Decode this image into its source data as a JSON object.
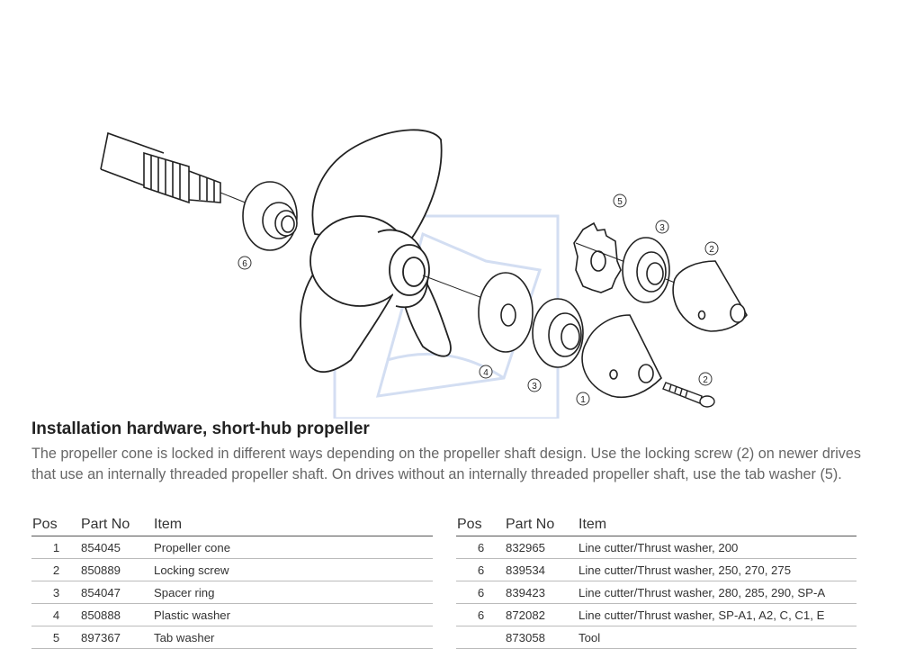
{
  "title": "Installation hardware, short-hub propeller",
  "description": "The propeller cone is locked in different ways depending on the propeller shaft design. Use the locking screw (2) on newer drives that use an internally threaded propeller shaft. On drives without an internally threaded propeller shaft, use the tab washer (5).",
  "table_headers": {
    "pos": "Pos",
    "part": "Part No",
    "item": "Item"
  },
  "left_rows": [
    {
      "pos": "1",
      "part": "854045",
      "item": "Propeller cone"
    },
    {
      "pos": "2",
      "part": "850889",
      "item": "Locking screw"
    },
    {
      "pos": "3",
      "part": "854047",
      "item": "Spacer ring"
    },
    {
      "pos": "4",
      "part": "850888",
      "item": "Plastic washer"
    },
    {
      "pos": "5",
      "part": "897367",
      "item": "Tab washer"
    }
  ],
  "right_rows": [
    {
      "pos": "6",
      "part": "832965",
      "item": "Line cutter/Thrust washer, 200"
    },
    {
      "pos": "6",
      "part": "839534",
      "item": "Line cutter/Thrust washer, 250, 270, 275"
    },
    {
      "pos": "6",
      "part": "839423",
      "item": "Line cutter/Thrust washer, 280, 285, 290, SP-A"
    },
    {
      "pos": "6",
      "part": "872082",
      "item": "Line cutter/Thrust washer, SP-A1, A2, C, C1, E"
    },
    {
      "pos": "",
      "part": "873058",
      "item": "Tool"
    }
  ],
  "callouts": {
    "c5": "5",
    "c3a": "3",
    "c2a": "2",
    "c6": "6",
    "c4": "4",
    "c3b": "3",
    "c1": "1",
    "c2b": "2"
  }
}
